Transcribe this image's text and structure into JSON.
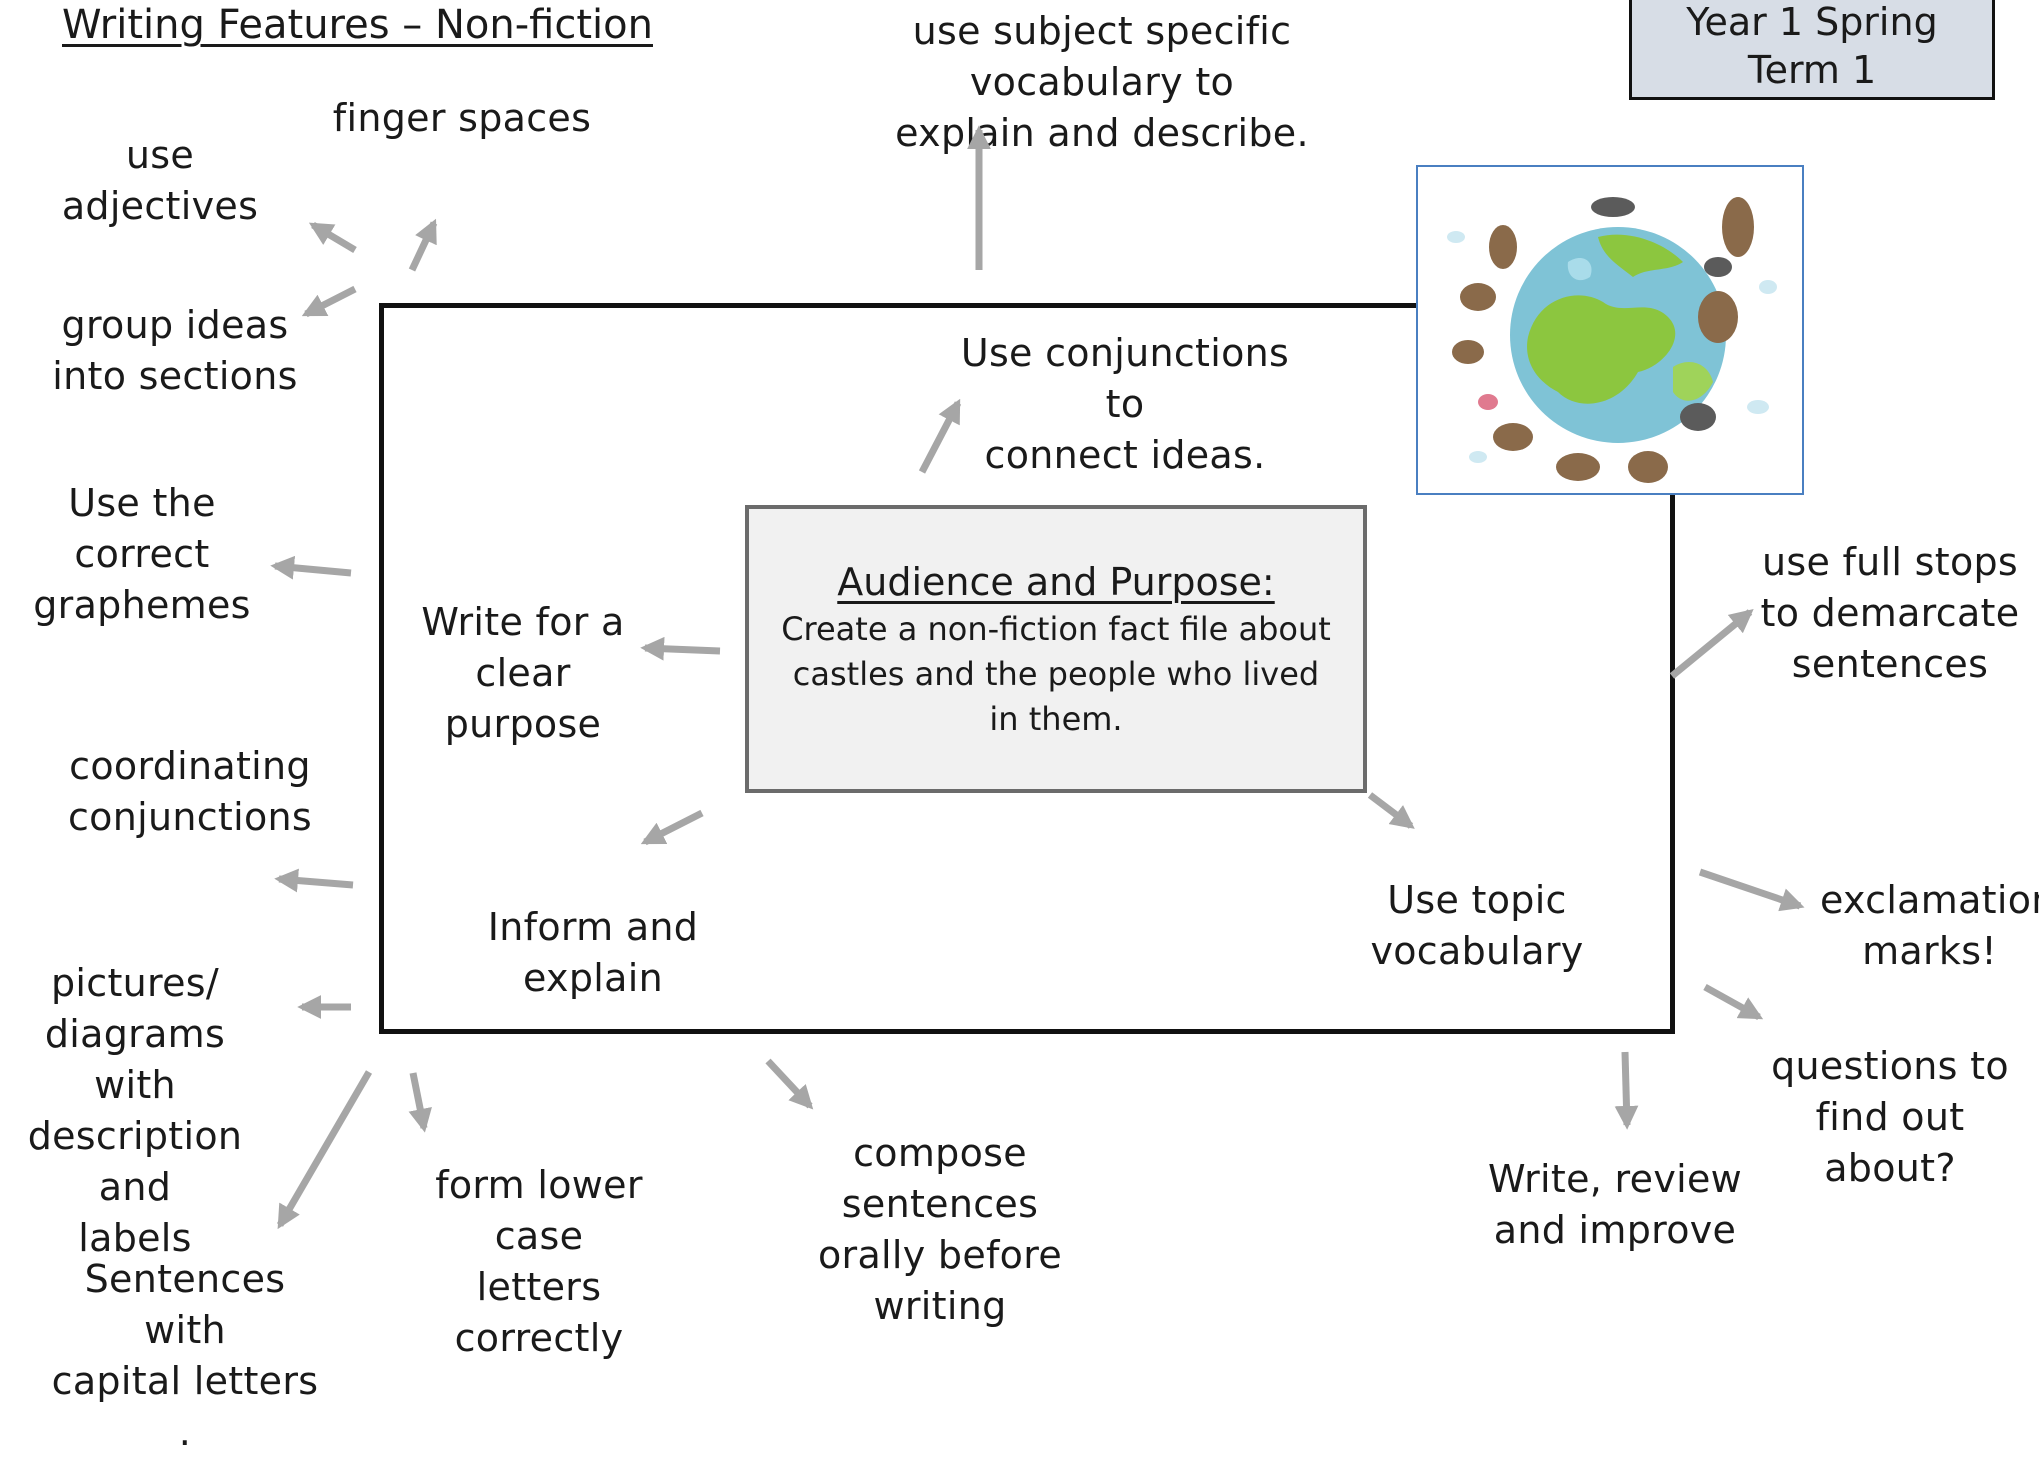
{
  "title": "Writing Features – Non-fiction",
  "term": "Year 1 Spring\nTerm 1",
  "center": {
    "heading": "Audience and Purpose:",
    "text": "Create a non-fiction fact file about castles and the people who lived in them."
  },
  "labels": {
    "subject_vocab": "use subject specific vocabulary to\nexplain and describe.",
    "finger_spaces": "finger spaces",
    "use_adjectives": "use adjectives",
    "group_ideas": "group ideas\ninto sections",
    "correct_graphemes": "Use the correct\ngraphemes",
    "coordinating_conjunctions": "coordinating\nconjunctions",
    "pictures_diagrams": "pictures/\ndiagrams with\ndescription and\nlabels",
    "sentences_capitals": "Sentences with\ncapital letters .",
    "lower_case": "form lower case\nletters correctly",
    "compose_orally": "compose sentences\norally before writing",
    "write_review": "Write, review\nand improve",
    "questions": "questions to\nfind out\nabout?",
    "exclamation": "exclamation\nmarks!",
    "full_stops": "use full stops\nto demarcate\nsentences",
    "conjunctions_connect": "Use conjunctions to\nconnect ideas.",
    "clear_purpose": "Write for a\nclear\npurpose",
    "inform_explain": "Inform and explain",
    "topic_vocab": "Use topic\nvocabulary"
  },
  "colors": {
    "arrow": "#a6a6a6",
    "frame": "#111111",
    "center_fill": "#f1f1f1",
    "center_border": "#6b6b6b",
    "term_fill": "#d7dde6",
    "globe_ocean": "#7fc3d6",
    "globe_land": "#8cc63f"
  },
  "image": {
    "icon": "globe-with-animals-icon"
  }
}
